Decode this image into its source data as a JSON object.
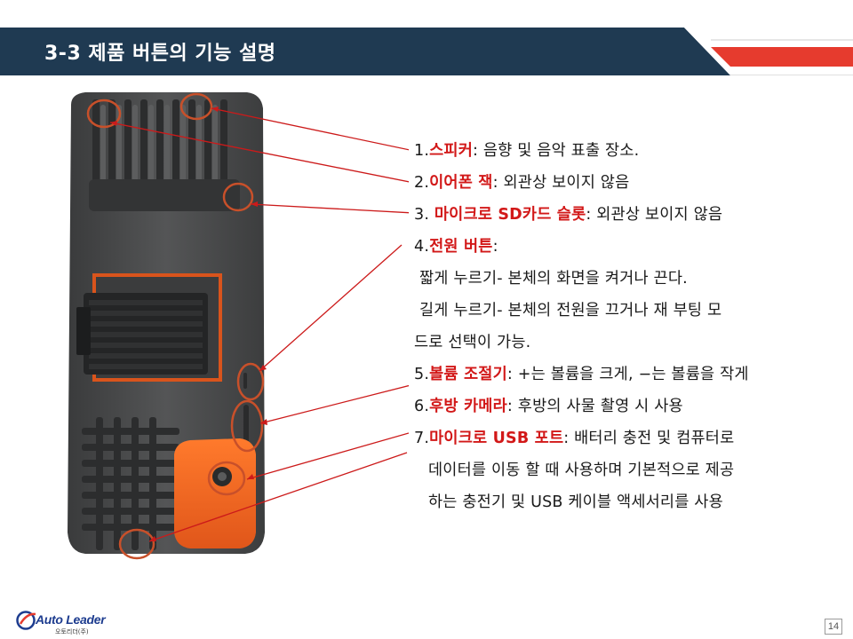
{
  "header": {
    "title": "3-3 제품 버튼의 기능 설명"
  },
  "items": [
    {
      "prefix": "1.",
      "name": "스피커",
      "rest": ": 음향 및 음악 표출 장소."
    },
    {
      "prefix": "2.",
      "name": "이어폰 잭",
      "rest": ": 외관상 보이지 않음"
    },
    {
      "prefix": "3. ",
      "name": "마이크로 SD카드 슬롯",
      "rest": ": 외관상 보이지 않음"
    },
    {
      "prefix": "4.",
      "name": "전원 버튼",
      "rest": ":"
    },
    {
      "prefix": "5.",
      "name": "볼륨 조절기",
      "rest": ": +는 볼륨을 크게, −는 볼륨을 작게"
    },
    {
      "prefix": "6.",
      "name": "후방 카메라",
      "rest": ": 후방의 사물 촬영 시 사용"
    },
    {
      "prefix": "7.",
      "name": "마이크로 USB 포트",
      "rest": ": 배터리 충전 및 컴퓨터로"
    }
  ],
  "power_details": {
    "short_press": "짧게 누르기- 본체의 화면을 켜거나 끈다.",
    "long_press_1": "길게 누르기- 본체의 전원을 끄거나 재 부팅 모",
    "long_press_2": "드로 선택이 가능."
  },
  "usb_details": {
    "line_2": "데이터를 이동 할 때 사용하며 기본적으로 제공",
    "line_3": "하는 충전기 및 USB 케이블 액세서리를 사용"
  },
  "footer": {
    "logo_text": "Auto Leader",
    "logo_sub": "오토리더(주)",
    "page_number": "14"
  },
  "colors": {
    "header_bg": "#1f3a52",
    "accent_red": "#d21818",
    "callout_circle": "#c8502a",
    "device_body": "#4a4b4c",
    "device_orange": "#f06a22"
  },
  "icons": {
    "logo": "auto-leader-logo"
  }
}
